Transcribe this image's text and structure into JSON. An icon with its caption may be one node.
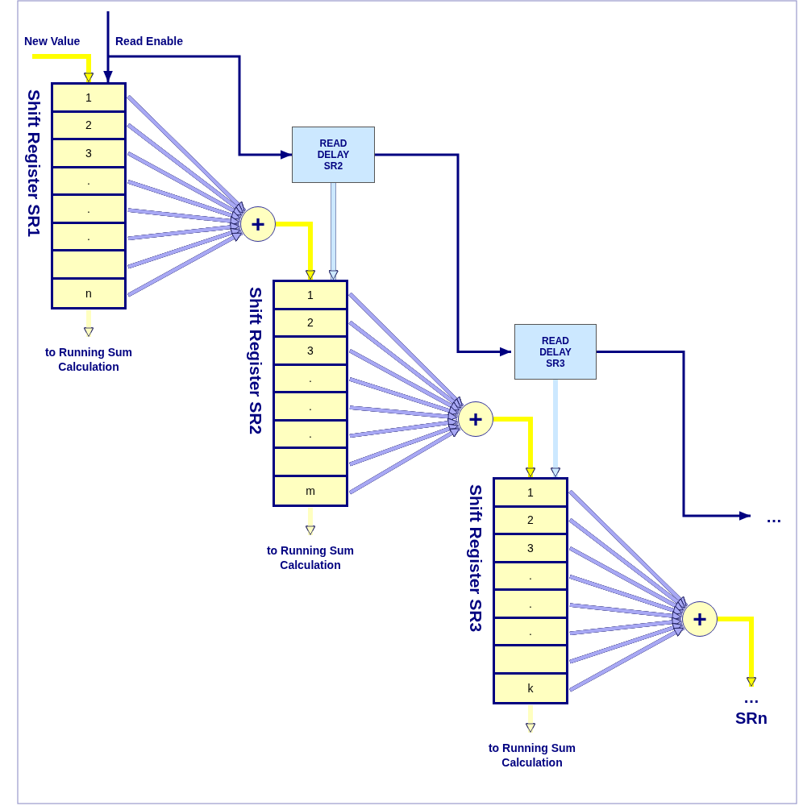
{
  "diagram": {
    "nodes": [
      {
        "text": [
          "Shift Register SR1"
        ]
      },
      {
        "text": [
          "1"
        ],
        "in": 0
      },
      {
        "text": [
          "2"
        ],
        "in": 0
      },
      {
        "text": [
          "3"
        ],
        "in": 0
      },
      {
        "text": [
          "."
        ],
        "in": 0
      },
      {
        "text": [
          "."
        ],
        "in": 0
      },
      {
        "text": [
          "."
        ],
        "in": 0
      },
      {
        "text": [],
        "shape": "box",
        "in": 0
      },
      {
        "text": [
          "n"
        ],
        "in": 0
      },
      {
        "text": [
          "+"
        ]
      },
      {
        "text": [
          "to Running Sum Calculation"
        ]
      },
      {
        "text": [
          "READ DELAY SR2"
        ]
      },
      {
        "text": [
          "Shift Register SR2"
        ]
      },
      {
        "text": [
          "1"
        ],
        "in": 12
      },
      {
        "text": [
          "2"
        ],
        "in": 12
      },
      {
        "text": [
          "3"
        ],
        "in": 12
      },
      {
        "text": [
          "."
        ],
        "in": 12
      },
      {
        "text": [
          "."
        ],
        "in": 12
      },
      {
        "text": [
          "."
        ],
        "in": 12
      },
      {
        "text": [],
        "shape": "box",
        "in": 12
      },
      {
        "text": [
          "m"
        ],
        "in": 12
      },
      {
        "text": [
          "+"
        ]
      },
      {
        "text": [
          "to Running Sum Calculation"
        ]
      },
      {
        "text": [
          "READ DELAY SR3"
        ]
      },
      {
        "text": [
          "…"
        ]
      },
      {
        "text": [
          "Shift Register SR3"
        ]
      },
      {
        "text": [
          "1"
        ],
        "in": 25
      },
      {
        "text": [
          "2"
        ],
        "in": 25
      },
      {
        "text": [
          "3"
        ],
        "in": 25
      },
      {
        "text": [
          "."
        ],
        "in": 25
      },
      {
        "text": [
          "."
        ],
        "in": 25
      },
      {
        "text": [
          "."
        ],
        "in": 25
      },
      {
        "text": [],
        "shape": "box",
        "in": 25
      },
      {
        "text": [
          "k"
        ],
        "in": 25
      },
      {
        "text": [
          "+"
        ]
      },
      {
        "text": [
          "to Running Sum Calculation"
        ]
      },
      {
        "text": [
          "… SRn"
        ]
      }
    ],
    "edges": [
      {
        "from": null,
        "to": 0,
        "arrow": "to",
        "color": "#ffff00"
      },
      {
        "from": null,
        "to": 0,
        "arrow": "to",
        "color": "#000080"
      },
      {
        "from": null,
        "to": 11,
        "arrow": "to",
        "color": "#000080"
      },
      {
        "from": 1,
        "to": 9,
        "arrow": "to"
      },
      {
        "from": 2,
        "to": 9,
        "arrow": "to"
      },
      {
        "from": 3,
        "to": 9,
        "arrow": "to"
      },
      {
        "from": 4,
        "to": 9,
        "arrow": "to"
      },
      {
        "from": 5,
        "to": 9,
        "arrow": "to"
      },
      {
        "from": 6,
        "to": 9,
        "arrow": "to"
      },
      {
        "from": 7,
        "to": 9,
        "arrow": "to"
      },
      {
        "from": 8,
        "to": 9,
        "arrow": "to"
      },
      {
        "from": 9,
        "to": 12,
        "arrow": "to",
        "color": "#ffff00"
      },
      {
        "from": 0,
        "to": 10,
        "arrow": "to",
        "color": "#ffffc0"
      },
      {
        "from": 11,
        "to": 12,
        "arrow": "to",
        "color": "#cce8ff"
      },
      {
        "from": 11,
        "to": 23,
        "arrow": "to",
        "color": "#000080"
      },
      {
        "from": 13,
        "to": 21,
        "arrow": "to"
      },
      {
        "from": 14,
        "to": 21,
        "arrow": "to"
      },
      {
        "from": 15,
        "to": 21,
        "arrow": "to"
      },
      {
        "from": 16,
        "to": 21,
        "arrow": "to"
      },
      {
        "from": 17,
        "to": 21,
        "arrow": "to"
      },
      {
        "from": 18,
        "to": 21,
        "arrow": "to"
      },
      {
        "from": 19,
        "to": 21,
        "arrow": "to"
      },
      {
        "from": 20,
        "to": 21,
        "arrow": "to"
      },
      {
        "from": 21,
        "to": 25,
        "arrow": "to",
        "color": "#ffff00"
      },
      {
        "from": 12,
        "to": 22,
        "arrow": "to",
        "color": "#ffffc0"
      },
      {
        "from": 23,
        "to": 25,
        "arrow": "to",
        "color": "#cce8ff"
      },
      {
        "from": 23,
        "to": 24,
        "arrow": "to",
        "color": "#000080"
      },
      {
        "from": 26,
        "to": 34,
        "arrow": "to"
      },
      {
        "from": 27,
        "to": 34,
        "arrow": "to"
      },
      {
        "from": 28,
        "to": 34,
        "arrow": "to"
      },
      {
        "from": 29,
        "to": 34,
        "arrow": "to"
      },
      {
        "from": 30,
        "to": 34,
        "arrow": "to"
      },
      {
        "from": 31,
        "to": 34,
        "arrow": "to"
      },
      {
        "from": 32,
        "to": 34,
        "arrow": "to"
      },
      {
        "from": 33,
        "to": 34,
        "arrow": "to"
      },
      {
        "from": 34,
        "to": 36,
        "arrow": "to",
        "color": "#ffff00"
      },
      {
        "from": 25,
        "to": 35,
        "arrow": "to",
        "color": "#ffffc0"
      }
    ],
    "labels": [
      "New Value",
      "Read Enable"
    ]
  }
}
